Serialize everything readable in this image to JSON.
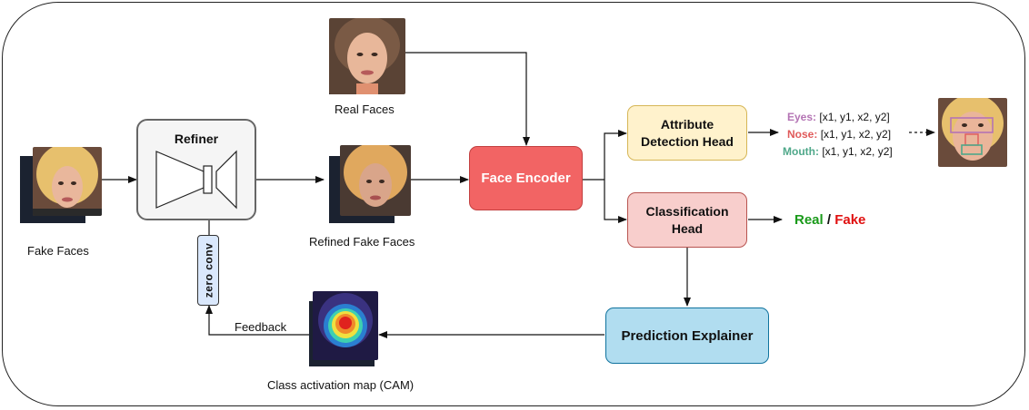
{
  "refiner": {
    "title": "Refiner",
    "zero_conv": "zero conv"
  },
  "labels": {
    "fake_faces": "Fake Faces",
    "real_faces": "Real Faces",
    "refined_fake_faces": "Refined Fake Faces",
    "cam": "Class activation map (CAM)",
    "feedback": "Feedback"
  },
  "blocks": {
    "face_encoder": "Face Encoder",
    "attribute_head_line1": "Attribute",
    "attribute_head_line2": "Detection Head",
    "classification_head_line1": "Classification",
    "classification_head_line2": "Head",
    "prediction_explainer": "Prediction Explainer"
  },
  "attributes": [
    {
      "name": "Eyes:",
      "coords": "[x1, y1, x2, y2]",
      "color": "#b474b4"
    },
    {
      "name": "Nose:",
      "coords": "[x1, y1, x2, y2]",
      "color": "#e05a5a"
    },
    {
      "name": "Mouth:",
      "coords": "[x1, y1, x2, y2]",
      "color": "#4fa88a"
    }
  ],
  "output": {
    "real": "Real",
    "separator": "/",
    "fake": "Fake",
    "real_color": "#1a9a1a",
    "fake_color": "#e01010"
  },
  "colors": {
    "face_encoder": "#f26464",
    "attribute_head": "#fff2cc",
    "classification_head": "#f8cecc",
    "prediction_explainer": "#b1ddf0",
    "zero_conv": "#dae8fc",
    "refiner_bg": "#f5f5f5"
  },
  "icons": [
    "face-photo",
    "cam-heatmap",
    "arrow-right"
  ]
}
